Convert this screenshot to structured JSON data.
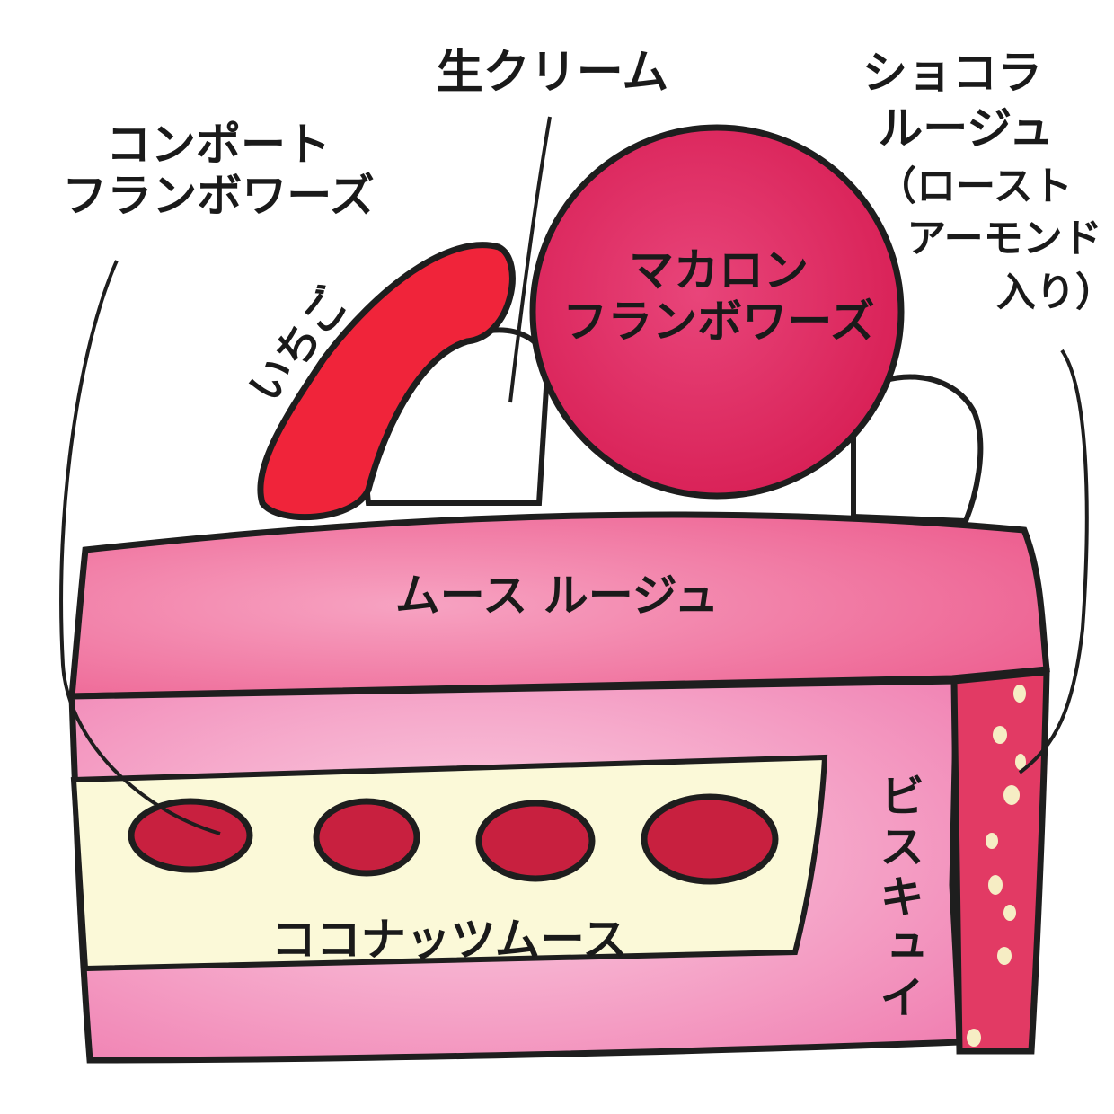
{
  "labels": {
    "fresh_cream": "生クリーム",
    "compote_line1": "コンポート",
    "compote_line2": "フランボワーズ",
    "chocolat_line1": "ショコラ",
    "chocolat_line2": "ルージュ",
    "chocolat_line3": "（ロースト",
    "chocolat_line4": "アーモンド",
    "chocolat_line5": "入り）",
    "strawberry": "いちご",
    "macaron_line1": "マカロン",
    "macaron_line2": "フランボワーズ",
    "mousse_rouge": "ムース ルージュ",
    "coconut_mousse": "ココナッツムース",
    "biscuit": "ビスキュイ"
  },
  "colors": {
    "outline": "#1e1e1e",
    "macaron": "#e03060",
    "strawberry": "#f0243a",
    "mousse_top": "#f06a9a",
    "mousse_side": "#f7a8cc",
    "coconut_layer": "#fbf9d8",
    "compote": "#c8203f",
    "chocolat_strip": "#e23a64",
    "almond_dots": "#f6edc4"
  }
}
